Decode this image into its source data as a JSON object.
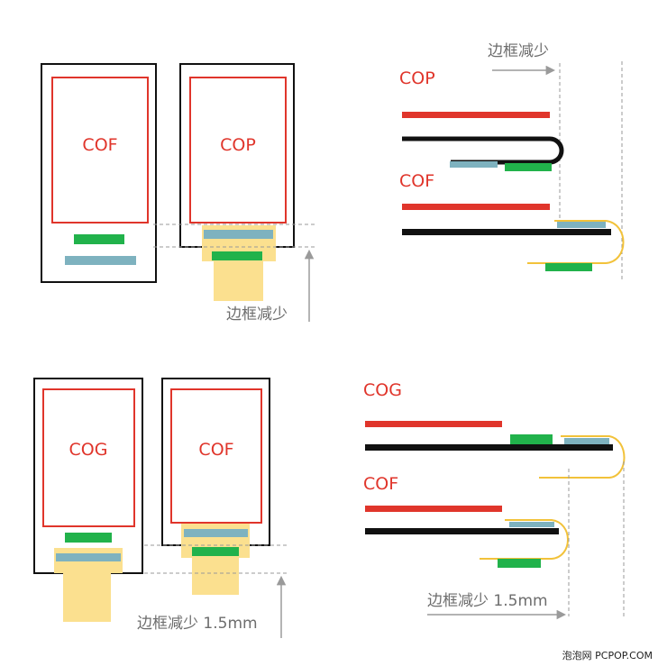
{
  "colors": {
    "red": "#e0352b",
    "black": "#111111",
    "green": "#21b24b",
    "blue": "#7eb2bf",
    "yellow": "#fbe08f",
    "yellow_stroke": "#f2c23a",
    "dash": "#9a9a9a",
    "arrow": "#9a9a9a"
  },
  "top_left": {
    "panel1_label": "COF",
    "panel2_label": "COP",
    "reduction_label": "边框减少"
  },
  "top_right": {
    "reduction_label": "边框减少",
    "cop_label": "COP",
    "cof_label": "COF"
  },
  "bottom_left": {
    "panel1_label": "COG",
    "panel2_label": "COF",
    "reduction_label": "边框减少 1.5mm"
  },
  "bottom_right": {
    "cog_label": "COG",
    "cof_label": "COF",
    "reduction_label": "边框减少 1.5mm"
  },
  "watermark": "泡泡网 PCPOP.COM"
}
